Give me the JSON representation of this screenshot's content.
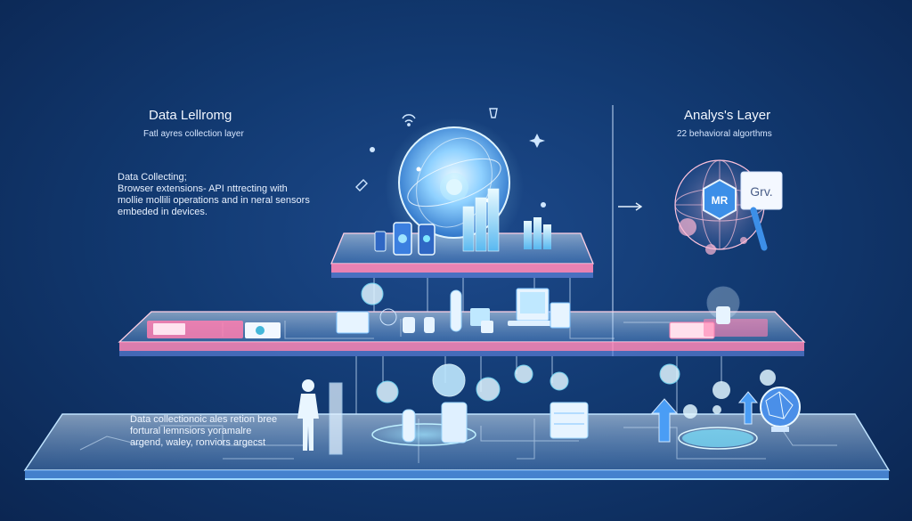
{
  "left_panel": {
    "title": "Data Lellromg",
    "subtitle": "Fatl ayres collection layer",
    "description_lines": [
      "Data Collecting;",
      "Browser extensions- API nttrecting with",
      "mollie mollili operations and in neral sensors",
      "embeded in devices."
    ]
  },
  "right_panel": {
    "title": "Analys's Layer",
    "subtitle": "22 behavioral algorthms",
    "badge_text": "Grv.",
    "hex_text": "MR"
  },
  "bottom_panel": {
    "lines": [
      "Data collectionoic ales retion bree",
      "fortural lemnsiors yoramalre",
      "argend, waley, ronviors argecst"
    ]
  },
  "colors": {
    "accent_pink": "#ff7fb0",
    "accent_cyan": "#7fe6ff",
    "panel_fill": "#d9ecff",
    "background": "#123a72"
  },
  "icons": [
    "wifi-icon",
    "bell-icon",
    "sparkle-icon",
    "pencil-icon",
    "globe-icon",
    "phone-icon",
    "bar-chart-icon",
    "laptop-icon",
    "person-icon",
    "arrow-up-icon",
    "network-globe-icon",
    "robot-hand-icon"
  ]
}
